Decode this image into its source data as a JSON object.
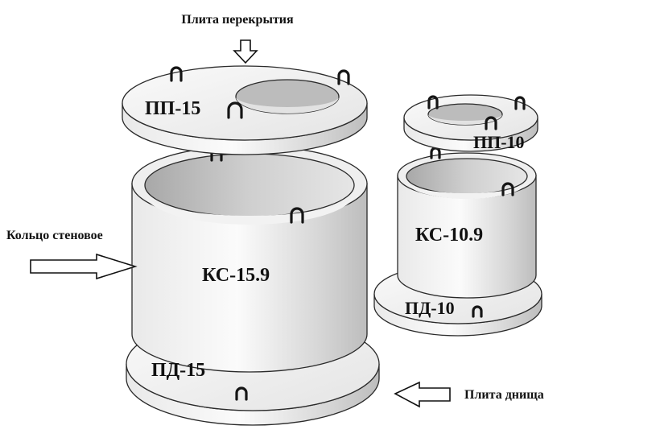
{
  "labels": {
    "top_slab_caption": "Плита перекрытия",
    "ring_caption": "Кольцо стеновое",
    "bottom_slab_caption": "Плита днища"
  },
  "parts": {
    "pp15": "ПП-15",
    "ks159": "КС-15.9",
    "pd15": "ПД-15",
    "pp10": "ПП-10",
    "ks109": "КС-10.9",
    "pd10": "ПД-10"
  },
  "colors": {
    "concrete_light": "#f3f3f3",
    "concrete_mid": "#d9d9d9",
    "concrete_dark": "#b9b9b9",
    "outline": "#2a2a2a",
    "text": "#111111"
  }
}
